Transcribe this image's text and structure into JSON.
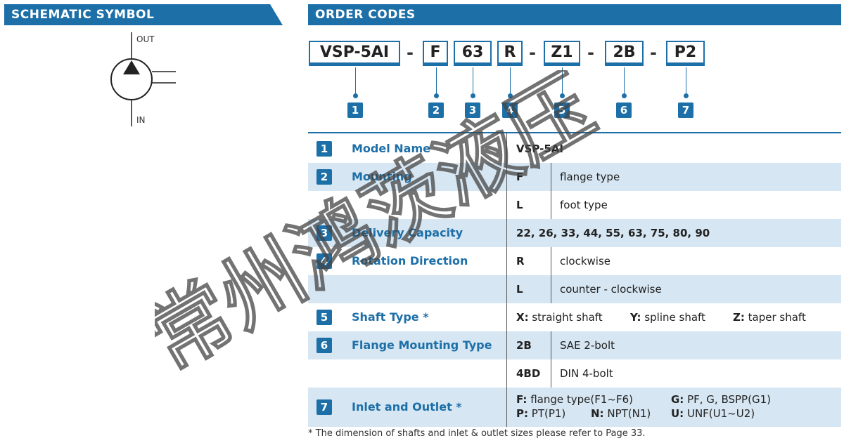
{
  "headers": {
    "schematic": "SCHEMATIC SYMBOL",
    "order_codes": "ORDER CODES"
  },
  "schematic": {
    "out_label": "OUT",
    "in_label": "IN"
  },
  "codes": [
    {
      "num": "1",
      "text": "VSP-5AI"
    },
    {
      "num": "2",
      "text": "F"
    },
    {
      "num": "3",
      "text": "63"
    },
    {
      "num": "4",
      "text": "R"
    },
    {
      "num": "5",
      "text": "Z1"
    },
    {
      "num": "6",
      "text": "2B"
    },
    {
      "num": "7",
      "text": "P2"
    }
  ],
  "dash": "-",
  "rows": {
    "model": {
      "num": "1",
      "label": "Model Name",
      "code": "VSP-5AI"
    },
    "mounting": {
      "num": "2",
      "label": "Mounting",
      "opts": [
        {
          "code": "F",
          "desc": "flange type"
        },
        {
          "code": "L",
          "desc": "foot type"
        }
      ]
    },
    "capacity": {
      "num": "3",
      "label": "Delivery Capacity",
      "values": "22, 26, 33, 44, 55, 63, 75, 80, 90"
    },
    "rotation": {
      "num": "4",
      "label": "Rotation Direction",
      "opts": [
        {
          "code": "R",
          "desc": "clockwise"
        },
        {
          "code": "L",
          "desc": "counter - clockwise"
        }
      ]
    },
    "shaft": {
      "num": "5",
      "label": "Shaft Type *",
      "opts": [
        {
          "code": "X:",
          "desc": "straight shaft"
        },
        {
          "code": "Y:",
          "desc": "spline shaft"
        },
        {
          "code": "Z:",
          "desc": "taper shaft"
        }
      ]
    },
    "flange": {
      "num": "6",
      "label": "Flange Mounting Type",
      "opts": [
        {
          "code": "2B",
          "desc": "SAE 2-bolt"
        },
        {
          "code": "4BD",
          "desc": "DIN 4-bolt"
        }
      ]
    },
    "inlet": {
      "num": "7",
      "label": "Inlet and Outlet *",
      "opts": [
        {
          "code": "F:",
          "desc": "flange type(F1~F6)"
        },
        {
          "code": "G:",
          "desc": "PF, G, BSPP(G1)"
        },
        {
          "code": "P:",
          "desc": "PT(P1)"
        },
        {
          "code": "N:",
          "desc": "NPT(N1)"
        },
        {
          "code": "U:",
          "desc": "UNF(U1~U2)"
        }
      ]
    }
  },
  "footnote": "* The dimension of shafts and inlet & outlet sizes please refer to Page 33.",
  "watermark": "常州鸿茨液压",
  "colors": {
    "accent": "#1d6fa8",
    "shade": "#d6e6f2"
  }
}
